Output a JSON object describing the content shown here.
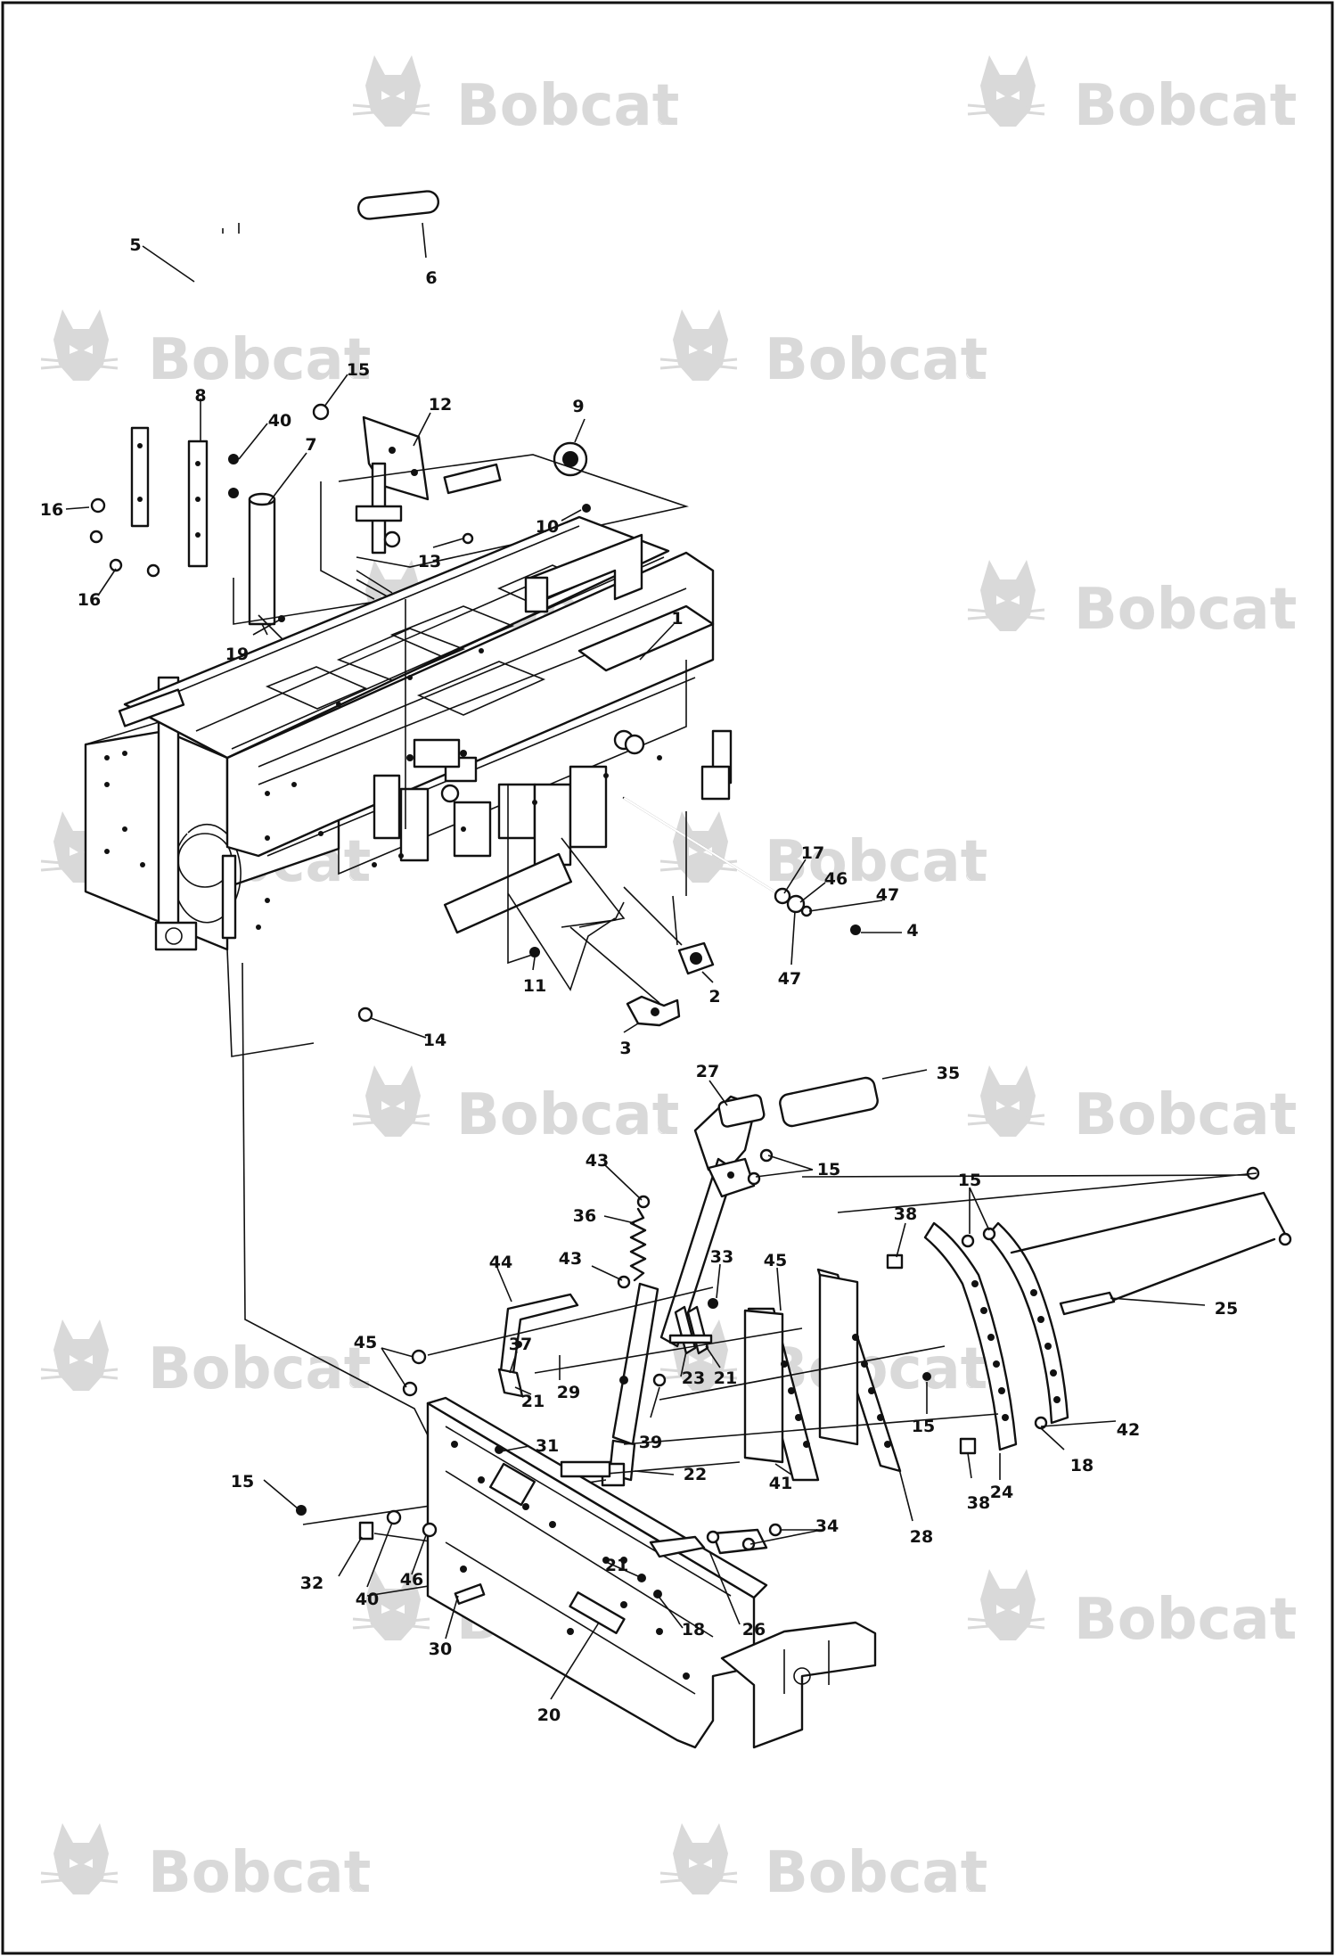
{
  "watermark": {
    "brand": "Bobcat",
    "registered": "®",
    "logo": "bobcat-head-icon",
    "color": "#d9d9d9"
  },
  "diagram": {
    "line_color": "#111111",
    "callouts": [
      {
        "id": "c5",
        "label": "5"
      },
      {
        "id": "c6",
        "label": "6"
      },
      {
        "id": "c8",
        "label": "8"
      },
      {
        "id": "c15a",
        "label": "15"
      },
      {
        "id": "c12",
        "label": "12"
      },
      {
        "id": "c9",
        "label": "9"
      },
      {
        "id": "c40a",
        "label": "40"
      },
      {
        "id": "c7",
        "label": "7"
      },
      {
        "id": "c16a",
        "label": "16"
      },
      {
        "id": "c10",
        "label": "10"
      },
      {
        "id": "c13",
        "label": "13"
      },
      {
        "id": "c16b",
        "label": "16"
      },
      {
        "id": "c19",
        "label": "19"
      },
      {
        "id": "c1",
        "label": "1"
      },
      {
        "id": "c17",
        "label": "17"
      },
      {
        "id": "c46a",
        "label": "46"
      },
      {
        "id": "c47a",
        "label": "47"
      },
      {
        "id": "c4",
        "label": "4"
      },
      {
        "id": "c47b",
        "label": "47"
      },
      {
        "id": "c2",
        "label": "2"
      },
      {
        "id": "c11",
        "label": "11"
      },
      {
        "id": "c3",
        "label": "3"
      },
      {
        "id": "c14",
        "label": "14"
      },
      {
        "id": "c27",
        "label": "27"
      },
      {
        "id": "c35",
        "label": "35"
      },
      {
        "id": "c43a",
        "label": "43"
      },
      {
        "id": "c15b",
        "label": "15"
      },
      {
        "id": "c15c",
        "label": "15"
      },
      {
        "id": "c38a",
        "label": "38"
      },
      {
        "id": "c36",
        "label": "36"
      },
      {
        "id": "c43b",
        "label": "43"
      },
      {
        "id": "c33",
        "label": "33"
      },
      {
        "id": "c45a",
        "label": "45"
      },
      {
        "id": "c44",
        "label": "44"
      },
      {
        "id": "c25",
        "label": "25"
      },
      {
        "id": "c37",
        "label": "37"
      },
      {
        "id": "c45b",
        "label": "45"
      },
      {
        "id": "c29",
        "label": "29"
      },
      {
        "id": "c23",
        "label": "23"
      },
      {
        "id": "c21a",
        "label": "21"
      },
      {
        "id": "c21b",
        "label": "21"
      },
      {
        "id": "c39",
        "label": "39"
      },
      {
        "id": "c15d",
        "label": "15"
      },
      {
        "id": "c42",
        "label": "42"
      },
      {
        "id": "c18a",
        "label": "18"
      },
      {
        "id": "c31",
        "label": "31"
      },
      {
        "id": "c15e",
        "label": "15"
      },
      {
        "id": "c22",
        "label": "22"
      },
      {
        "id": "c41",
        "label": "41"
      },
      {
        "id": "c28",
        "label": "28"
      },
      {
        "id": "c38b",
        "label": "38"
      },
      {
        "id": "c24",
        "label": "24"
      },
      {
        "id": "c34",
        "label": "34"
      },
      {
        "id": "c32",
        "label": "32"
      },
      {
        "id": "c40b",
        "label": "40"
      },
      {
        "id": "c46b",
        "label": "46"
      },
      {
        "id": "c21c",
        "label": "21"
      },
      {
        "id": "c18b",
        "label": "18"
      },
      {
        "id": "c26",
        "label": "26"
      },
      {
        "id": "c30",
        "label": "30"
      },
      {
        "id": "c20",
        "label": "20"
      }
    ]
  }
}
